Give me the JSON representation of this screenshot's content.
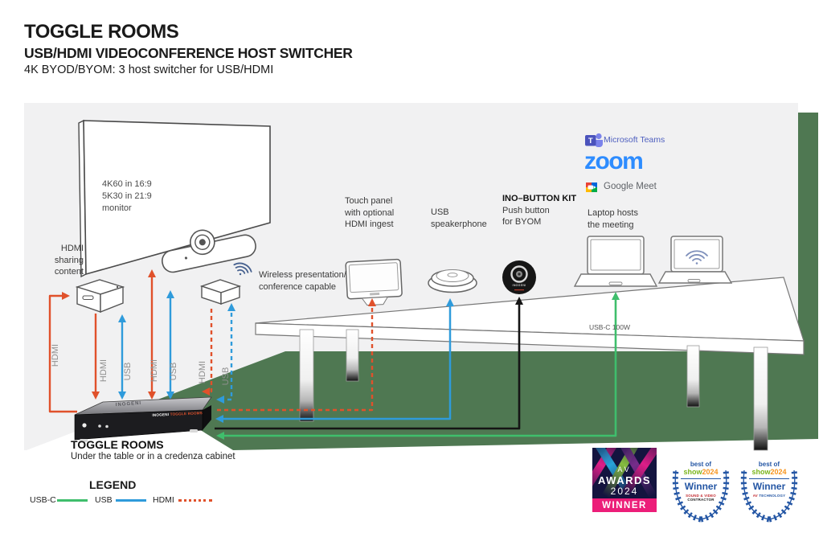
{
  "header": {
    "title": "TOGGLE ROOMS",
    "subtitle": "USB/HDMI VIDEOCONFERENCE HOST SWITCHER",
    "tagline": "4K BYOD/BYOM: 3 host switcher for USB/HDMI"
  },
  "monitor": {
    "lines": [
      "4K60 in 16:9",
      "5K30 in 21:9",
      "monitor"
    ]
  },
  "labels": {
    "hdmi_sharing": [
      "HDMI",
      "sharing",
      "content"
    ],
    "wireless": [
      "Wireless presentation/",
      "conference capable"
    ],
    "touch_panel": [
      "Touch panel",
      "with optional",
      "HDMI ingest"
    ],
    "speakerphone": [
      "USB",
      "speakerphone"
    ],
    "ino_button_title": "INO–BUTTON KIT",
    "ino_button": [
      "Push button",
      "for BYOM"
    ],
    "laptop": [
      "Laptop hosts",
      "the meeting"
    ]
  },
  "platforms": {
    "teams": "Microsoft Teams",
    "zoom": "zoom",
    "meet": "Google Meet"
  },
  "cable_labels": {
    "c1": "HDMI",
    "c2": "HDMI",
    "c3": "USB",
    "c4": "HDMI",
    "c5": "USB",
    "c6": "HDMI",
    "c7": "USB"
  },
  "table": {
    "usbc": "USB-C 100W"
  },
  "switcher": {
    "name": "TOGGLE ROOMS",
    "caption": "Under the table or in a credenza cabinet",
    "front_brand": "INOGENI",
    "front_model": "TOGGLE ROOMS",
    "top_brand": "INOGENI"
  },
  "button_device": {
    "brand": "INOGENI"
  },
  "legend": {
    "title": "LEGEND",
    "items": [
      {
        "label": "USB-C",
        "color": "#3FBE6C",
        "style": "solid"
      },
      {
        "label": "USB",
        "color": "#2F9BDB",
        "style": "solid"
      },
      {
        "label": "HDMI",
        "color": "#E0512B",
        "style": "dotted"
      }
    ]
  },
  "awards": {
    "av": {
      "prefix": "AV",
      "name": "AWARDS",
      "year": "2024",
      "banner": "WINNER"
    },
    "bos1": {
      "line1": "best of",
      "show": "show",
      "year": "2024",
      "winner": "Winner",
      "org1": "SOUND & VIDEO",
      "org2": "CONTRACTOR"
    },
    "bos2": {
      "line1": "best of",
      "show": "show",
      "year": "2024",
      "winner": "Winner",
      "org1": "AV",
      "org2": "TECHNOLOGY"
    }
  },
  "colors": {
    "hdmi_cable": "#E0512B",
    "usb_cable": "#2F9BDB",
    "usbc_cable": "#3FBE6C",
    "button_cable": "#151515",
    "floor_green": "#4F7852",
    "wall_gray": "#F1F1F2",
    "zoom_blue": "#2D8CFF",
    "teams_purple": "#4B53BC",
    "winner_pink": "#EC1E79",
    "laurel_blue": "#2456A4"
  }
}
